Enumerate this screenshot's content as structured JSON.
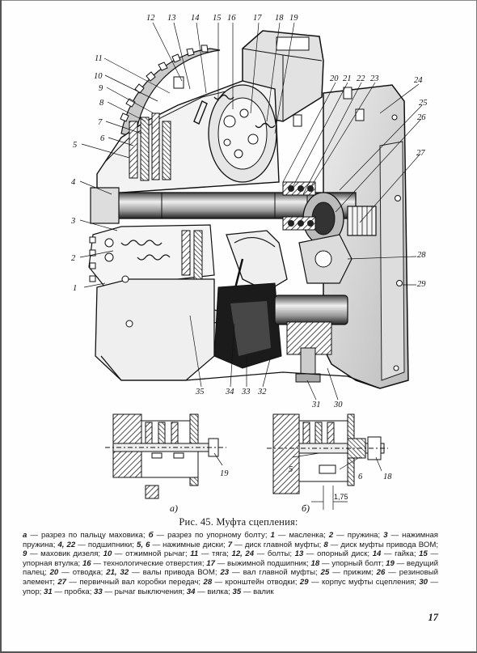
{
  "figure": {
    "callouts": {
      "n1": "1",
      "n2": "2",
      "n3": "3",
      "n4": "4",
      "n5": "5",
      "n6": "6",
      "n7": "7",
      "n8": "8",
      "n9": "9",
      "n10": "10",
      "n11": "11",
      "n12": "12",
      "n13": "13",
      "n14": "14",
      "n15": "15",
      "n16": "16",
      "n17": "17",
      "n18": "18",
      "n19": "19",
      "n20": "20",
      "n21": "21",
      "n22": "22",
      "n23": "23",
      "n24": "24",
      "n25": "25",
      "n26": "26",
      "n27": "27",
      "n28": "28",
      "n29": "29",
      "n30": "30",
      "n31": "31",
      "n32": "32",
      "n33": "33",
      "n34": "34",
      "n35": "35"
    },
    "sub_a": {
      "letter": "а)",
      "callout": "19"
    },
    "sub_b": {
      "letter": "б)",
      "callouts": {
        "n5": "5",
        "n6": "6",
        "n18": "18"
      },
      "dimension": "1,75"
    }
  },
  "caption": {
    "title": "Рис. 45. Муфта сцепления:",
    "legend": [
      {
        "key": "а",
        "text": " — разрез по пальцу маховика; "
      },
      {
        "key": "б",
        "text": " — разрез по упорному болту; "
      },
      {
        "key": "1",
        "text": " — масленка; "
      },
      {
        "key": "2",
        "text": " — пружина; "
      },
      {
        "key": "3",
        "text": " — нажимная пружина; "
      },
      {
        "key": "4, 22",
        "text": " — подшипники; "
      },
      {
        "key": "5, 6",
        "text": " — нажимные диски; "
      },
      {
        "key": "7",
        "text": " — диск главной муфты; "
      },
      {
        "key": "8",
        "text": " — диск муфты привода ВОМ; "
      },
      {
        "key": "9",
        "text": " — маховик дизеля; "
      },
      {
        "key": "10",
        "text": " — отжимной рычаг; "
      },
      {
        "key": "11",
        "text": " — тяга; "
      },
      {
        "key": "12, 24",
        "text": " — болты; "
      },
      {
        "key": "13",
        "text": " — опорный диск; "
      },
      {
        "key": "14",
        "text": " — гайка; "
      },
      {
        "key": "15",
        "text": " — упорная втулка; "
      },
      {
        "key": "16",
        "text": " — технологические отверстия; "
      },
      {
        "key": "17",
        "text": " — выжимной подшипник; "
      },
      {
        "key": "18",
        "text": " — упорный болт; "
      },
      {
        "key": "19",
        "text": " — ведущий палец; "
      },
      {
        "key": "20",
        "text": " — отводка; "
      },
      {
        "key": "21, 32",
        "text": " — валы привода ВОМ; "
      },
      {
        "key": "23",
        "text": " — вал главной муфты; "
      },
      {
        "key": "25",
        "text": " — прижим; "
      },
      {
        "key": "26",
        "text": " — резиновый элемент; "
      },
      {
        "key": "27",
        "text": " — первичный вал коробки передач; "
      },
      {
        "key": "28",
        "text": " — кронштейн отводки; "
      },
      {
        "key": "29",
        "text": " — корпус муфты сцепления; "
      },
      {
        "key": "30",
        "text": " — упор; "
      },
      {
        "key": "31",
        "text": " — пробка; "
      },
      {
        "key": "33",
        "text": " — рычаг выключения; "
      },
      {
        "key": "34",
        "text": " — вилка; "
      },
      {
        "key": "35",
        "text": " — валик"
      }
    ]
  },
  "page_number": "17"
}
